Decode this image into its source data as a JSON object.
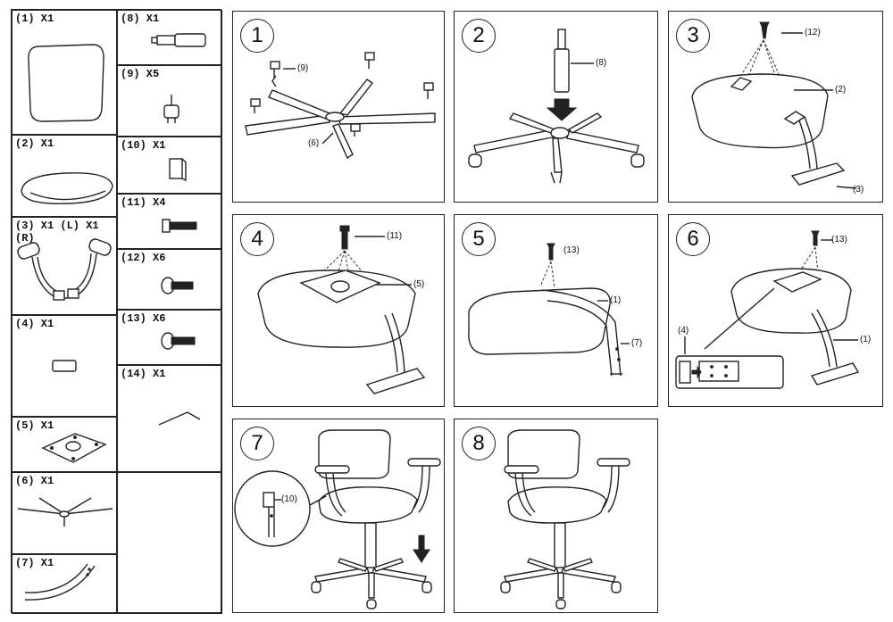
{
  "parts": [
    {
      "label": "(1) X1"
    },
    {
      "label": "(2) X1"
    },
    {
      "label": "(3) X1 (L) X1 (R)"
    },
    {
      "label": "(4) X1"
    },
    {
      "label": "(5) X1"
    },
    {
      "label": "(6) X1"
    },
    {
      "label": "(7) X1"
    },
    {
      "label": "(8) X1"
    },
    {
      "label": "(9) X5"
    },
    {
      "label": "(10) X1"
    },
    {
      "label": "(11) X4"
    },
    {
      "label": "(12) X6"
    },
    {
      "label": "(13) X6"
    },
    {
      "label": "(14) X1"
    }
  ],
  "steps": [
    {
      "number": "1",
      "callouts": [
        "(9)",
        "(6)"
      ]
    },
    {
      "number": "2",
      "callouts": [
        "(8)"
      ]
    },
    {
      "number": "3",
      "callouts": [
        "(12)",
        "(2)",
        "(3)"
      ]
    },
    {
      "number": "4",
      "callouts": [
        "(11)",
        "(5)"
      ]
    },
    {
      "number": "5",
      "callouts": [
        "(13)",
        "(1)",
        "(7)"
      ]
    },
    {
      "number": "6",
      "callouts": [
        "(13)",
        "(4)",
        "(1)"
      ]
    },
    {
      "number": "7",
      "callouts": [
        "(10)"
      ]
    },
    {
      "number": "8",
      "callouts": []
    }
  ]
}
